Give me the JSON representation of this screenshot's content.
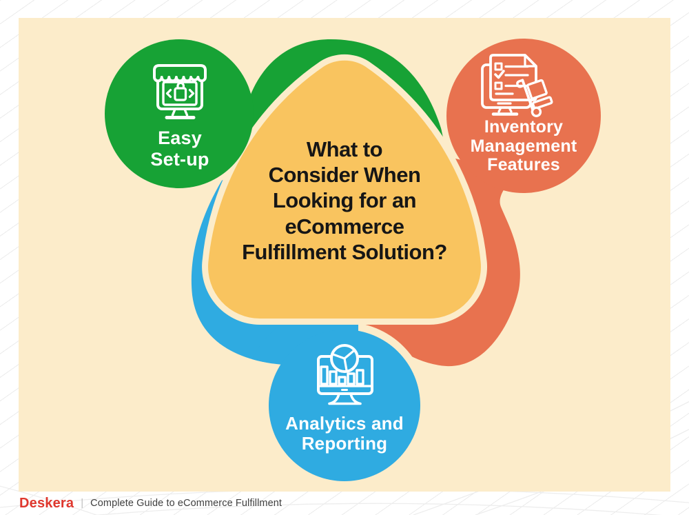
{
  "infographic": {
    "title": {
      "text": "What to\nConsider When\nLooking for an\neCommerce\nFulfillment Solution?"
    },
    "nodes": [
      {
        "id": "easy-setup",
        "label": "Easy\nSet-up",
        "color": "#17a235",
        "icon": "storefront-monitor-icon"
      },
      {
        "id": "inventory-management",
        "label": "Inventory\nManagement\nFeatures",
        "color": "#e8724f",
        "icon": "inventory-checklist-icon"
      },
      {
        "id": "analytics-reporting",
        "label": "Analytics and\nReporting",
        "color": "#2fabe1",
        "icon": "analytics-dashboard-icon"
      }
    ],
    "colors": {
      "triangle_fill": "#f9c45f",
      "panel_background": "#fcecca",
      "page_background": "#ffffff",
      "title_text": "#161616",
      "label_text": "#ffffff"
    }
  },
  "footer": {
    "brand": "Deskera",
    "separator": "|",
    "tagline": "Complete Guide to eCommerce Fulfillment",
    "brand_color": "#df372d"
  }
}
